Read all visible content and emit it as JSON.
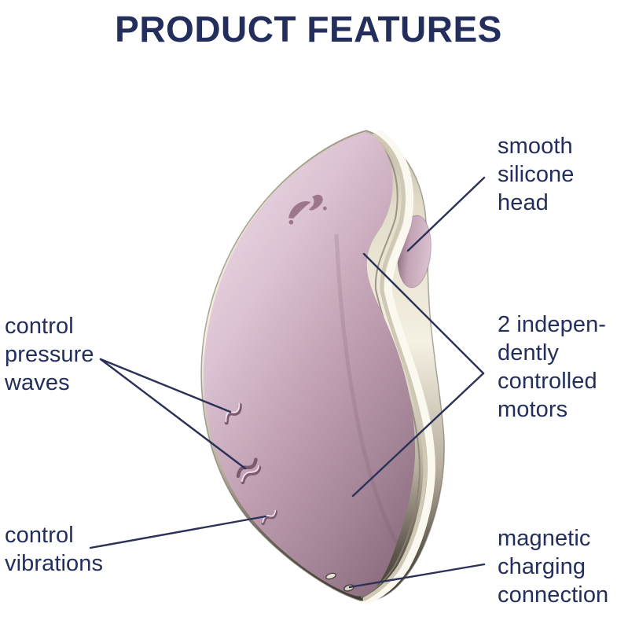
{
  "title": "PRODUCT FEATURES",
  "labels": {
    "smooth_head": "smooth\nsilicone\nhead",
    "pressure_waves": "control\npressure\nwaves",
    "motors": "2 indepen-\ndently\ncontrolled\nmotors",
    "vibrations": "control\nvibrations",
    "charging": "magnetic\ncharging\nconnection"
  },
  "colors": {
    "text_navy": "#232e5c",
    "callout_line": "#2b3157",
    "silicone_light": "#ead8e4",
    "silicone_mid": "#c0a0b2",
    "silicone_dark": "#8f7183",
    "metal_light": "#f4f0e2",
    "metal_dark": "#46413a",
    "background": "#ffffff"
  },
  "icons": {
    "brand_logo": "satisfyer-sf-logo",
    "upper_wave_button": "pressure-wave-button",
    "middle_wave_button": "pressure-wave-button",
    "lower_wave_button": "vibration-wave-button",
    "charging_contacts": "magnetic-contact-dots"
  }
}
